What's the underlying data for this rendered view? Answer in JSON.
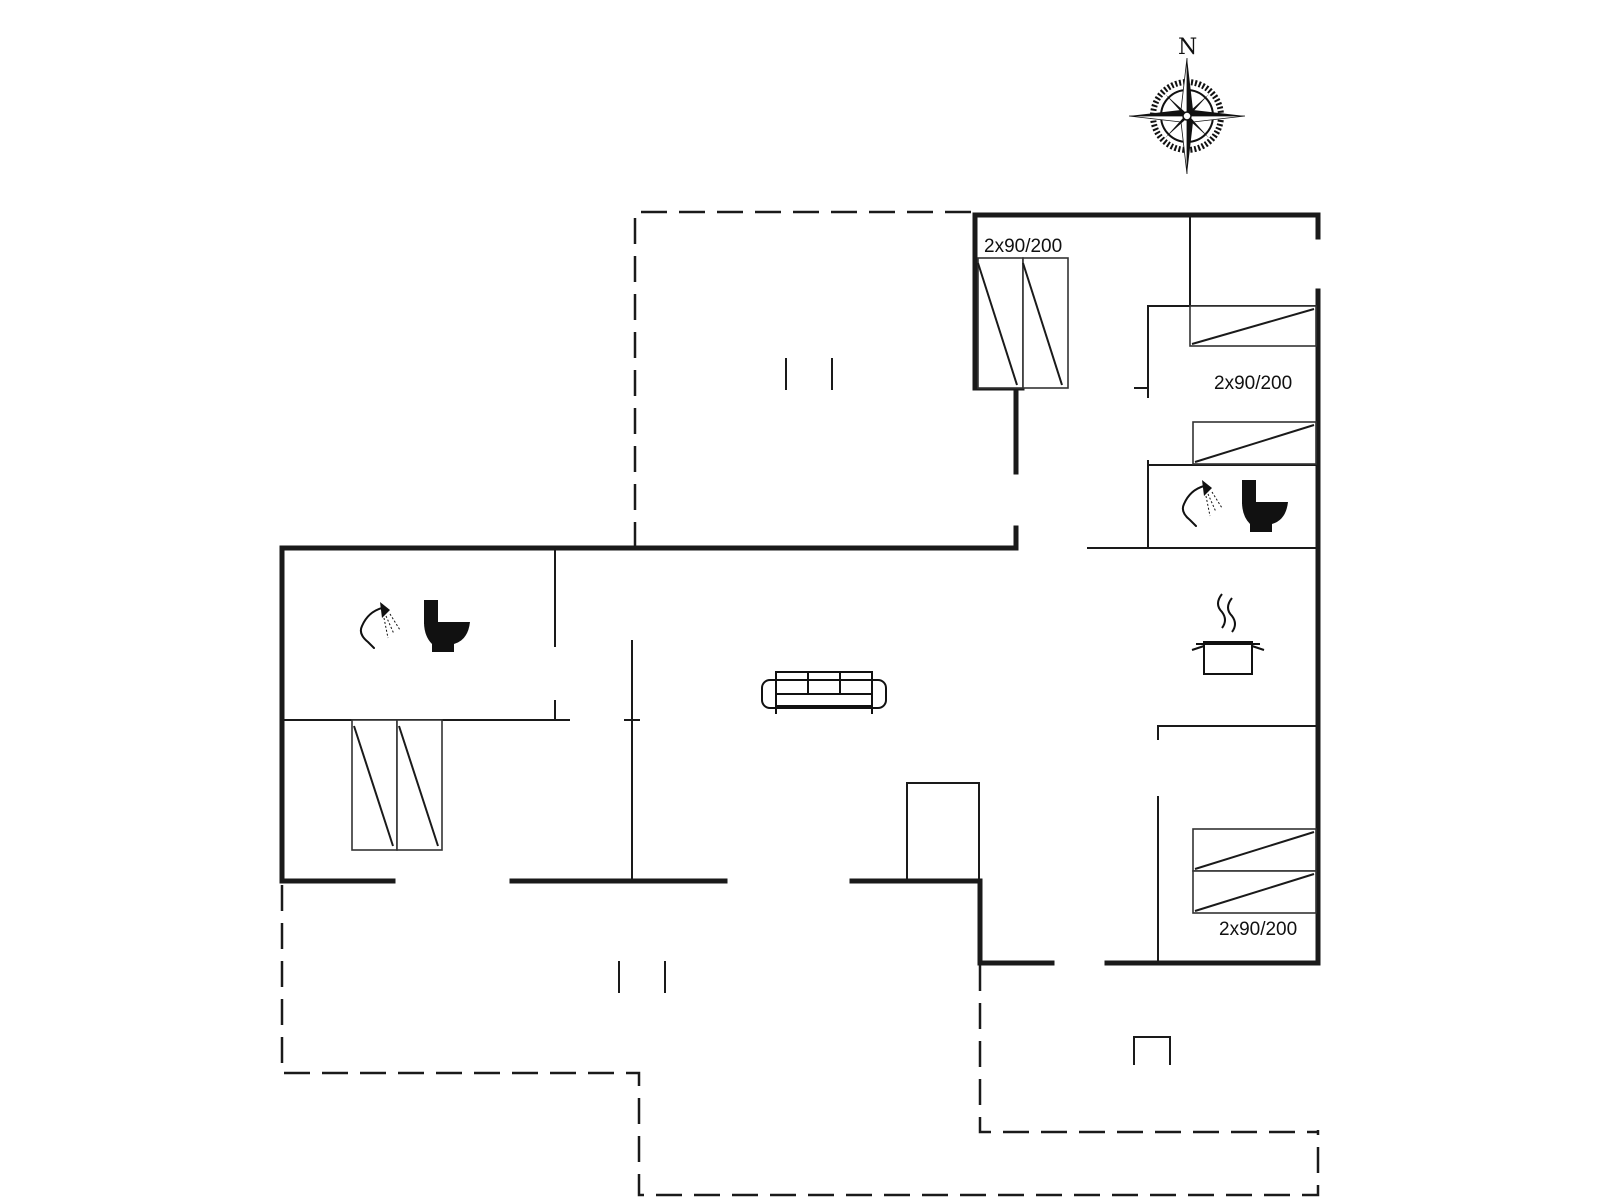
{
  "compass": {
    "north_label": "N"
  },
  "bed_labels": {
    "bedroom_north": "2x90/200",
    "bedroom_east": "2x90/200",
    "bedroom_southeast": "2x90/200"
  }
}
